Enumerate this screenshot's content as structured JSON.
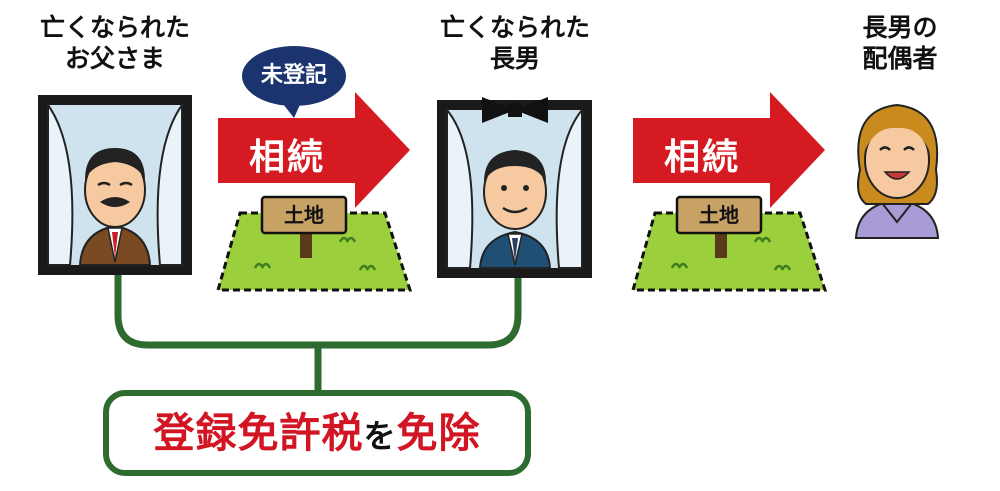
{
  "labels": {
    "father": [
      "亡くなられた",
      "お父さま"
    ],
    "son": [
      "亡くなられた",
      "長男"
    ],
    "spouse": [
      "長男の",
      "配偶者"
    ]
  },
  "bubble": "未登記",
  "arrow_label_1": "相続",
  "arrow_label_2": "相続",
  "sign_1": "土地",
  "sign_2": "土地",
  "note": {
    "part1": "登録免許税",
    "part2": "を",
    "part3": "免除"
  },
  "colors": {
    "arrow": "#d61a22",
    "bubble": "#1b3470",
    "connector": "#2e6b2f",
    "emphasis": "#d11522",
    "land": "#9bd03c"
  },
  "icons": [
    "father-portrait",
    "son-portrait",
    "spouse-avatar",
    "land-plot",
    "signpost"
  ]
}
